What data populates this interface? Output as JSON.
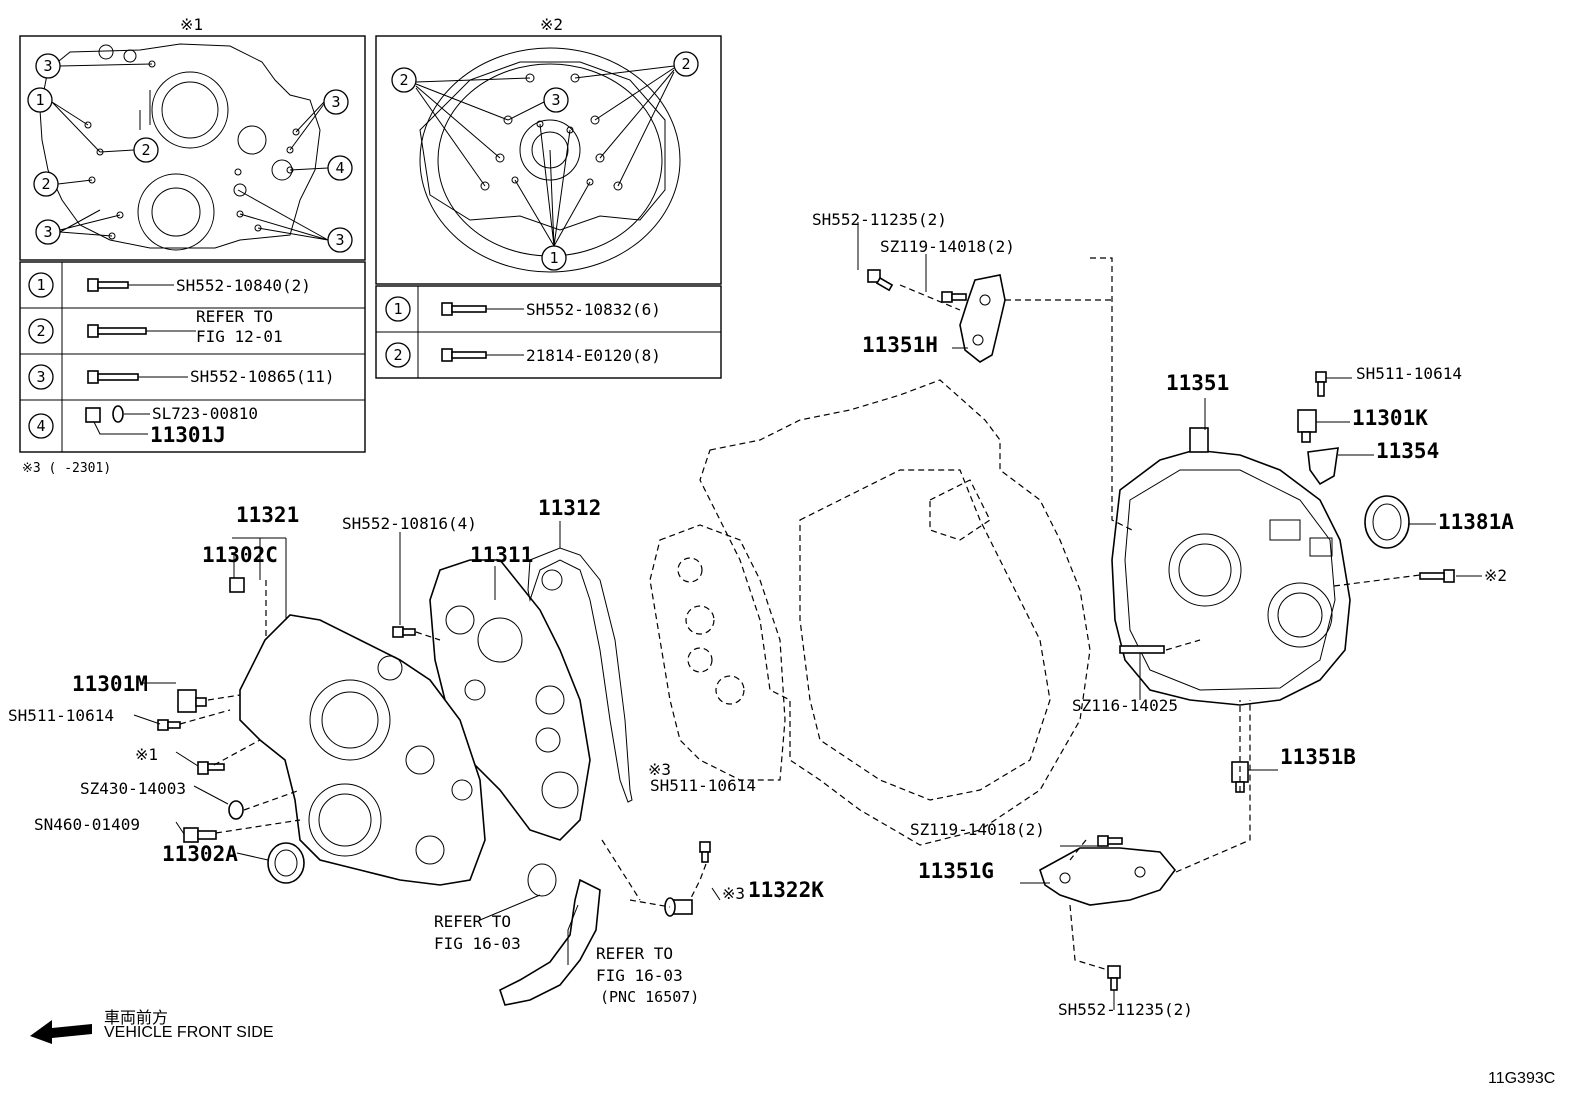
{
  "inset1": {
    "title": "※1",
    "legend": [
      {
        "num": "1",
        "part": "SH552-10840(2)"
      },
      {
        "num": "2",
        "part_line1": "REFER TO",
        "part_line2": "FIG 12-01"
      },
      {
        "num": "3",
        "part": "SH552-10865(11)"
      },
      {
        "num": "4",
        "part": "SL723-00810",
        "part2": "11301J"
      }
    ],
    "note": "※3 (      -2301)"
  },
  "inset2": {
    "title": "※2",
    "legend": [
      {
        "num": "1",
        "part": "SH552-10832(6)"
      },
      {
        "num": "2",
        "part": "21814-E0120(8)"
      }
    ]
  },
  "callout_numbers": {
    "one": "1",
    "two": "2",
    "three": "3",
    "four": "4"
  },
  "labels": {
    "p11321": "11321",
    "p11302C": "11302C",
    "p11301M": "11301M",
    "sh511_left": "SH511-10614",
    "mark1": "※1",
    "sz430": "SZ430-14003",
    "sn460": "SN460-01409",
    "p11302A": "11302A",
    "sh552_10816": "SH552-10816(4)",
    "p11311": "11311",
    "p11312": "11312",
    "refer_a_1": "REFER TO",
    "refer_a_2": "FIG 16-03",
    "refer_b_1": "REFER TO",
    "refer_b_2": "FIG 16-03",
    "refer_b_3": "(PNC 16507)",
    "mark3_top": "※3",
    "sh511_mid": "SH511-10614",
    "mark3_bottom": "※3",
    "p11322K": "11322K",
    "sh552_11235_top": "SH552-11235(2)",
    "sz119_top": "SZ119-14018(2)",
    "p11351H": "11351H",
    "p11351": "11351",
    "sh511_right": "SH511-10614",
    "p11301K": "11301K",
    "p11354": "11354",
    "p11381A": "11381A",
    "mark2": "※2",
    "sz116": "SZ116-14025",
    "p11351B": "11351B",
    "sz119_bottom": "SZ119-14018(2)",
    "p11351G": "11351G",
    "sh552_11235_bottom": "SH552-11235(2)"
  },
  "direction": {
    "jp": "車両前方",
    "en": "VEHICLE FRONT SIDE"
  },
  "figure_code": "11G393C"
}
